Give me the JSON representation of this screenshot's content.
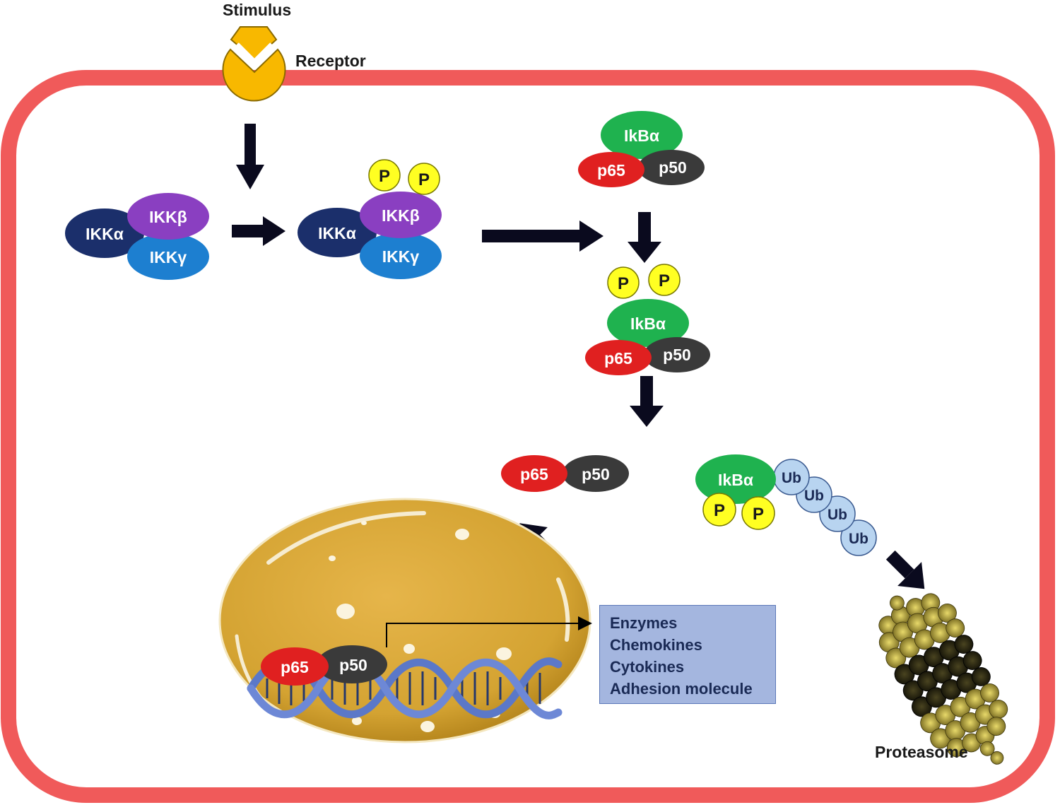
{
  "labels": {
    "stimulus": "Stimulus",
    "receptor": "Receptor",
    "proteasome": "Proteasome"
  },
  "proteins": {
    "ikk_alpha": "IKKα",
    "ikk_beta": "IKKβ",
    "ikk_gamma": "IKKγ",
    "ikb_alpha": "IkBα",
    "p65": "p65",
    "p50": "p50",
    "phospho": "P",
    "ubiquitin": "Ub"
  },
  "gene_products": [
    "Enzymes",
    "Chemokines",
    "Cytokines",
    "Adhesion molecule"
  ],
  "colors": {
    "cell_membrane": "#f05a5a",
    "ikk_alpha": "#1b2f6b",
    "ikk_beta": "#8a3fc1",
    "ikk_gamma": "#1d7fd0",
    "ikb_alpha": "#1fb24f",
    "p65": "#e02020",
    "p50": "#3a3a3a",
    "phospho": "#ffff22",
    "ubiquitin": "#b8d4f0",
    "receptor": "#f8b800",
    "nucleus": "#d9a93a",
    "dna": "#5b78c8",
    "output_box": "#a4b6df"
  }
}
